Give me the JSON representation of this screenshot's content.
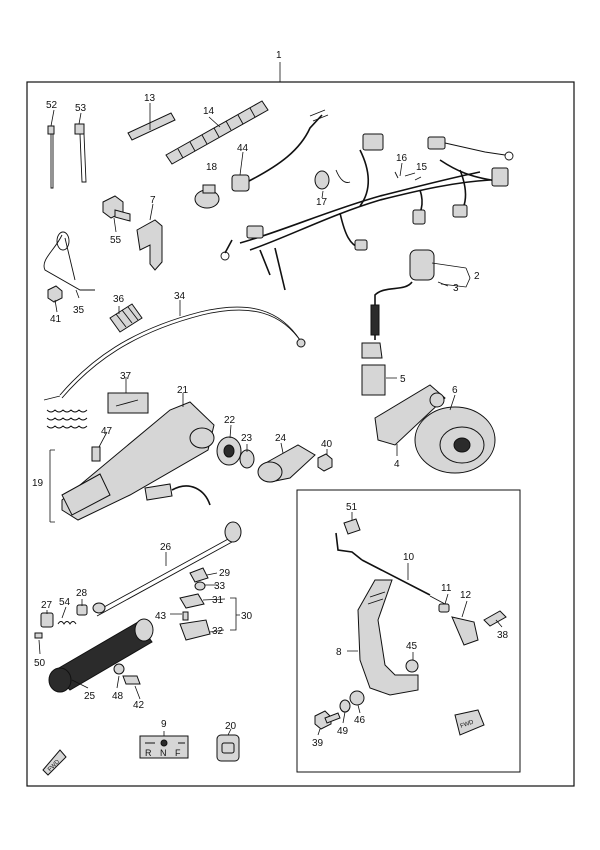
{
  "diagram": {
    "assembly_label": "1",
    "callouts": [
      "52",
      "53",
      "13",
      "14",
      "18",
      "44",
      "16",
      "15",
      "17",
      "7",
      "55",
      "41",
      "35",
      "36",
      "34",
      "2",
      "3",
      "5",
      "6",
      "4",
      "37",
      "47",
      "21",
      "22",
      "23",
      "24",
      "40",
      "19",
      "26",
      "29",
      "33",
      "31",
      "43",
      "30",
      "32",
      "27",
      "54",
      "28",
      "50",
      "25",
      "48",
      "42",
      "9",
      "20",
      "51",
      "10",
      "11",
      "12",
      "38",
      "8",
      "45",
      "46",
      "49",
      "39"
    ],
    "panel_9_glyphs": [
      "R",
      "N",
      "F"
    ],
    "fwd_label": "FWD"
  }
}
